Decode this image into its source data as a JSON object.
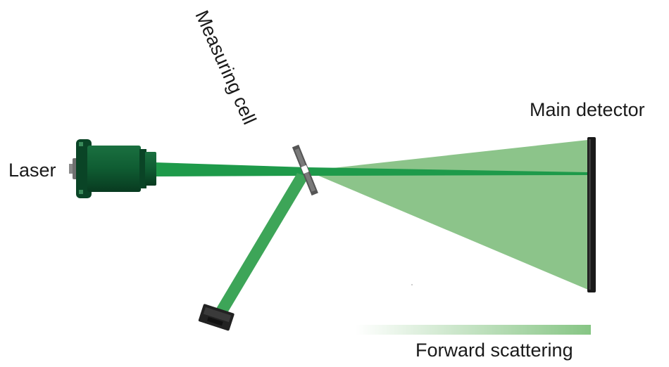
{
  "labels": {
    "laser": "Laser",
    "measuring_cell": "Measuring cell",
    "main_detector": "Main detector",
    "forward_scattering": "Forward scattering"
  },
  "colors": {
    "laser_body": "#0f5c32",
    "laser_body_dark": "#0a4426",
    "beam": "#1e9a4a",
    "reflected_beam": "#3da558",
    "scatter_cone": "#8cc48a",
    "detector": "#1a1a1a",
    "gradient_start": "#ffffff",
    "gradient_end": "#86c584"
  }
}
